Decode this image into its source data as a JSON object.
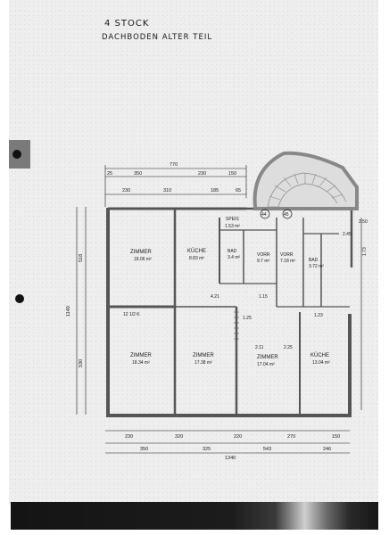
{
  "title": {
    "line1": "4 STOCK",
    "line2": "DACHBODEN ALTER TEIL"
  },
  "rooms": [
    {
      "id": "zimmer-1",
      "name": "ZIMMER",
      "area": "18.06 m²"
    },
    {
      "id": "kueche-1",
      "name": "KÜCHE",
      "area": "8.83 m²"
    },
    {
      "id": "speis",
      "name": "SPEIS",
      "area": "1.53 m²"
    },
    {
      "id": "bad-1",
      "name": "BAD",
      "area": "3.4 m²"
    },
    {
      "id": "vorr-1",
      "name": "VORR",
      "area": "9.7 m²"
    },
    {
      "id": "vorr-2",
      "name": "VORR",
      "area": "7.18 m²"
    },
    {
      "id": "bad-2",
      "name": "BAD",
      "area": "3.72 m²"
    },
    {
      "id": "zimmer-2",
      "name": "ZIMMER",
      "area": "18.34 m²"
    },
    {
      "id": "zimmer-3",
      "name": "ZIMMER",
      "area": "17.38 m²"
    },
    {
      "id": "zimmer-4",
      "name": "ZIMMER",
      "area": "17.04 m²"
    },
    {
      "id": "kueche-2",
      "name": "KÜCHE",
      "area": "13.04 m²"
    }
  ],
  "unit_numbers": [
    "44",
    "45"
  ],
  "dims": {
    "top_total": "770",
    "top1": [
      "25",
      "350",
      "230",
      "150"
    ],
    "top2": [
      "230",
      "310",
      "185",
      "65"
    ],
    "left_total": "1140",
    "left1": "518",
    "left2": "530",
    "bottom1": [
      "230",
      "320",
      "220",
      "270",
      "150"
    ],
    "bottom2": [
      "350",
      "325",
      "543",
      "246"
    ],
    "bottom_total": "1340",
    "misc": [
      "12 1/2 K",
      "1.15",
      "4.21",
      "1.25",
      "2.11",
      "2.25",
      "2.45",
      "1.23",
      "2.50",
      "1.73"
    ]
  },
  "colors": {
    "sheet": "#eeeeee",
    "ink": "#1a1a1a",
    "wall": "#555555",
    "stair": "#888888"
  }
}
